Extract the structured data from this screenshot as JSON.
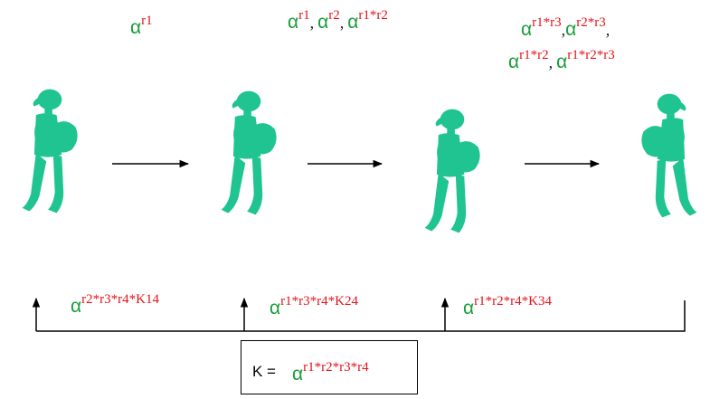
{
  "labels": {
    "p1": {
      "base": "α",
      "exp": "r1"
    },
    "p2": [
      {
        "base": "α",
        "exp": "r1"
      },
      {
        "base": "α",
        "exp": "r2"
      },
      {
        "base": "α",
        "exp": "r1*r2"
      }
    ],
    "p3_row1": [
      {
        "base": "α",
        "exp": "r1*r3"
      },
      {
        "base": "α",
        "exp": "r2*r3"
      }
    ],
    "p3_row2": [
      {
        "base": "α",
        "exp": "r1*r2"
      },
      {
        "base": "α",
        "exp": "r1*r2*r3"
      }
    ],
    "bottom": [
      {
        "base": "α",
        "exp": "r2*r3*r4*K14"
      },
      {
        "base": "α",
        "exp": "r1*r3*r4*K24"
      },
      {
        "base": "α",
        "exp": "r1*r2*r4*K34"
      }
    ],
    "comma": ","
  },
  "key_box": {
    "prefix": "K = ",
    "base": "α",
    "exp": "r1*r2*r3*r4"
  },
  "colors": {
    "figure": "#1fc490",
    "alpha": "#1a9e3c",
    "exponent": "#e0141c",
    "arrow": "#000000"
  },
  "icons": [
    "person-icon",
    "box-icon"
  ]
}
